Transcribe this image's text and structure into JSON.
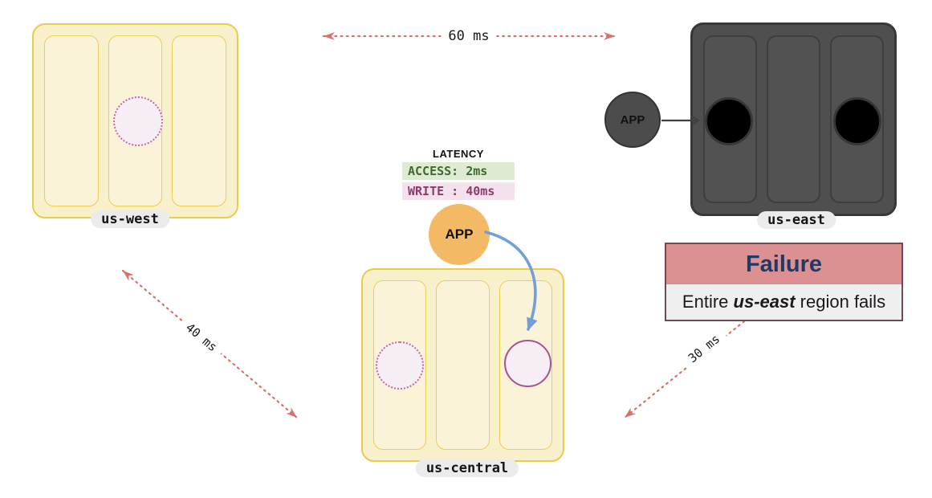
{
  "regions": {
    "us_west": {
      "label": "us-west"
    },
    "us_central": {
      "label": "us-central"
    },
    "us_east": {
      "label": "us-east"
    }
  },
  "latency_panel": {
    "title": "LATENCY",
    "access_row": "ACCESS: 2ms",
    "write_row": "WRITE : 40ms"
  },
  "app_nodes": {
    "central": {
      "label": "APP"
    },
    "east": {
      "label": "APP"
    }
  },
  "links": {
    "west_east": {
      "label": "60 ms"
    },
    "west_central": {
      "label": "40 ms"
    },
    "central_east": {
      "label": "30 ms"
    }
  },
  "failure_card": {
    "title": "Failure",
    "body_prefix": "Entire ",
    "body_emphasis": "us-east",
    "body_suffix": " region fails"
  },
  "colors": {
    "region_yellow_fill": "#F8EFCB",
    "region_yellow_border": "#ECC94F",
    "region_dark_fill": "#4F4F4F",
    "region_dark_border": "#383838",
    "replica_fill": "#F6EDF5",
    "replica_dotted_border": "#BE6BA4",
    "replica_solid_border": "#A8548C",
    "replica_failed_fill": "#000000",
    "app_central_fill": "#F3B964",
    "app_east_fill": "#4C4C4C",
    "latency_arrow": "#D9706A",
    "write_arrow_blue": "#6FA0DC",
    "access_row_bg": "#DEEBD2",
    "access_row_text": "#3E6A2E",
    "write_row_bg": "#F3E1EB",
    "write_row_text": "#8E3A6B",
    "failure_header_bg": "#DB9191",
    "failure_title_text": "#1F3A68",
    "failure_body_bg": "#F0EFF0",
    "failure_border": "#6B4A5E",
    "pill_bg": "#EBEBEB"
  }
}
